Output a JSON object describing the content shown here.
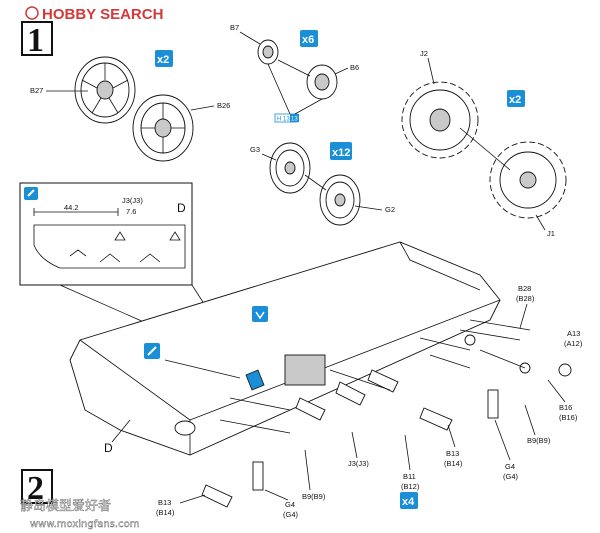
{
  "header": {
    "logo_text": "HOBBY SEARCH"
  },
  "steps": {
    "step1": "1",
    "step2": "2"
  },
  "quantities": {
    "x2_a": "x2",
    "x6": "x6",
    "x2_b": "x2",
    "x12": "x12",
    "x4": "x4"
  },
  "parts": {
    "B7": "B7",
    "B6": "B6",
    "B27": "B27",
    "B26": "B26",
    "J2": "J2",
    "J1": "J1",
    "G3": "G3",
    "G2": "G2",
    "H13_badge": "H 13",
    "H13_badge2": "13",
    "J3": "J3(J3)",
    "D_inset": "D",
    "D_hull": "D",
    "dim_442": "44.2",
    "dim_76": "7.6",
    "B28": "B28",
    "B28b": "(B28)",
    "A13": "A13",
    "A13b": "(A12)",
    "B16": "B16",
    "B16b": "(B16)",
    "B9r": "B9(B9)",
    "G4r": "G4",
    "G4rb": "(G4)",
    "B13r": "B13",
    "B13rb": "(B14)",
    "B11": "B11",
    "B11b": "(B12)",
    "J3b": "J3(J3)",
    "B9b": "B9(B9)",
    "G4b": "G4",
    "G4bb": "(G4)",
    "B13b": "B13",
    "B13bb": "(B14)"
  },
  "watermark": {
    "cn": "静岛模型爱好者",
    "url": "www.moxingfans.com"
  },
  "colors": {
    "badge": "#1a8fd8",
    "logo": "#d23b3b"
  }
}
